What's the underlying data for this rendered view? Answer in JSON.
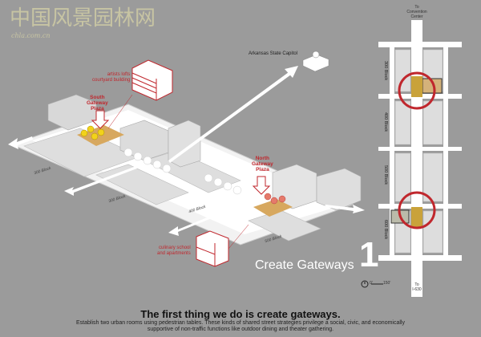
{
  "diagram": {
    "title": "Create Gateways",
    "number": "1",
    "headline": "The first thing we do is create gateways.",
    "body_line1": "Establish two urban rooms using pedestrian tables. These kinds of shared street strategies privilege a social, civic, and economically",
    "body_line2": "supportive of non-traffic functions like outdoor dining and theater gathering."
  },
  "axon": {
    "landmark": "Arkansas State Capitol",
    "south_plaza": [
      "South",
      "Gateway",
      "Plaza"
    ],
    "north_plaza": [
      "North",
      "Gateway",
      "Plaza"
    ],
    "callout_artists": [
      "artists lofts",
      "courtyard building"
    ],
    "callout_culinary": [
      "culinary school",
      "and apartments"
    ],
    "street_labels": [
      "300 Block",
      "300 Block",
      "400 Block",
      "500 Block"
    ],
    "accent_color": "#c0272d"
  },
  "plan": {
    "top_label": [
      "To",
      "Convention",
      "Center"
    ],
    "bottom_label": [
      "To",
      "I-630"
    ],
    "blocks": [
      "300 Block",
      "400 Block",
      "500 Block",
      "600 Block"
    ],
    "scale": [
      "0'",
      "150'"
    ]
  },
  "watermark": {
    "chinese": "中国风景园林网",
    "url": "chla.com.cn"
  }
}
